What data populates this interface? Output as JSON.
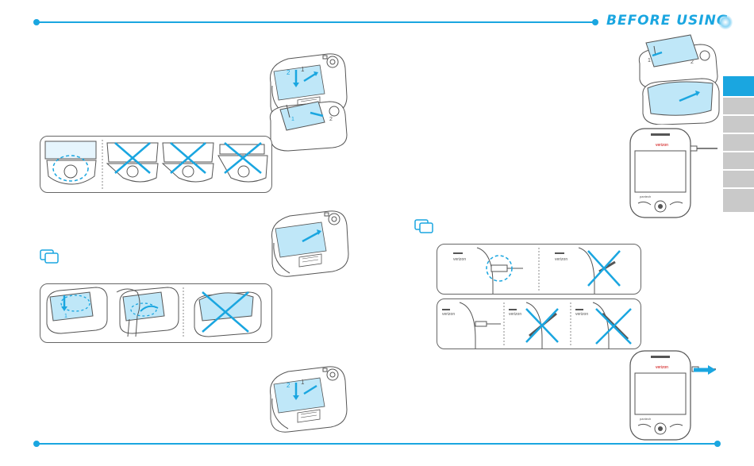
{
  "header": {
    "section_title": "BEFORE USING"
  },
  "side_tabs": {
    "count": 7,
    "active_index": 0
  },
  "colors": {
    "accent": "#1aa6e0",
    "tab_inactive": "#c9c9c9",
    "line": "#555555",
    "battery_fill": "#bfe7f8"
  },
  "illustrations": {
    "left": [
      "remove-cover-phone",
      "remove-battery-phone",
      "battery-insert-panel",
      "cover-attached-phone",
      "cover-install-panel",
      "close-cover-phone"
    ],
    "right": [
      "insert-battery-phone",
      "cover-on-phone",
      "charger-connected-phone",
      "cable-connect-panel-top",
      "cable-connect-panel-bottom",
      "charger-removed-phone"
    ]
  },
  "icons": [
    "note-icon-left",
    "note-icon-right"
  ],
  "phone_logo": "verizon"
}
